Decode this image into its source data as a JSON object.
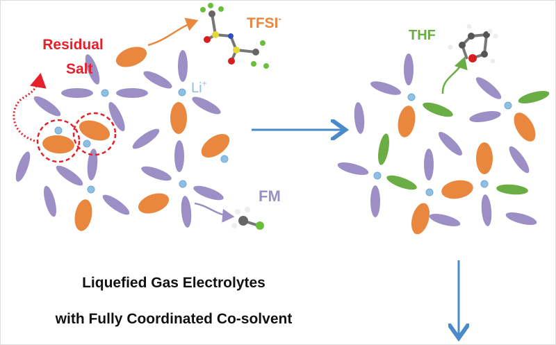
{
  "labels": {
    "residual_salt_line1": "Residual",
    "residual_salt_line2": "Salt",
    "tfsi": "TFSI",
    "tfsi_charge": "-",
    "li": "Li",
    "li_charge": "+",
    "fm": "FM",
    "thf": "THF"
  },
  "caption": {
    "line1": "Liquefied Gas Electrolytes",
    "line2": "with Fully Coordinated Co-solvent"
  },
  "colors": {
    "fm_solvent": "#9b8fc6",
    "tfsi_anion": "#e8873d",
    "thf_cosolvent": "#6aad45",
    "li_ion": "#8fbfe3",
    "residual": "#e5202a",
    "arrow": "#4a8ac8"
  }
}
